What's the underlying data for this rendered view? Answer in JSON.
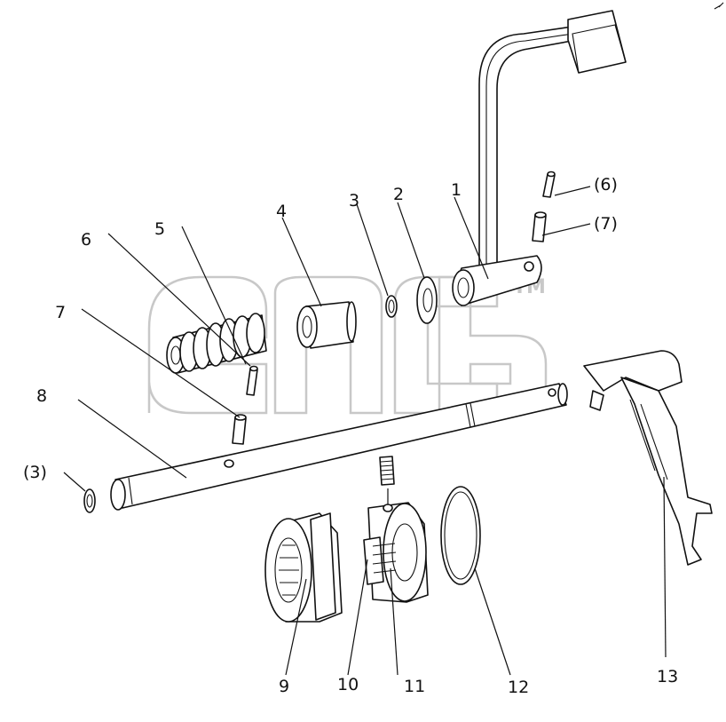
{
  "diagram": {
    "callouts": [
      {
        "id": "1",
        "text": "1"
      },
      {
        "id": "2",
        "text": "2"
      },
      {
        "id": "3",
        "text": "3"
      },
      {
        "id": "4",
        "text": "4"
      },
      {
        "id": "5",
        "text": "5"
      },
      {
        "id": "6",
        "text": "6"
      },
      {
        "id": "7",
        "text": "7"
      },
      {
        "id": "8",
        "text": "8"
      },
      {
        "id": "9",
        "text": "9"
      },
      {
        "id": "10",
        "text": "10"
      },
      {
        "id": "11",
        "text": "11"
      },
      {
        "id": "12",
        "text": "12"
      },
      {
        "id": "13",
        "text": "13"
      },
      {
        "id": "p3",
        "text": "(3)"
      },
      {
        "id": "p6",
        "text": "(6)"
      },
      {
        "id": "p7",
        "text": "(7)"
      }
    ],
    "watermark": {
      "trademark": "TM"
    }
  }
}
